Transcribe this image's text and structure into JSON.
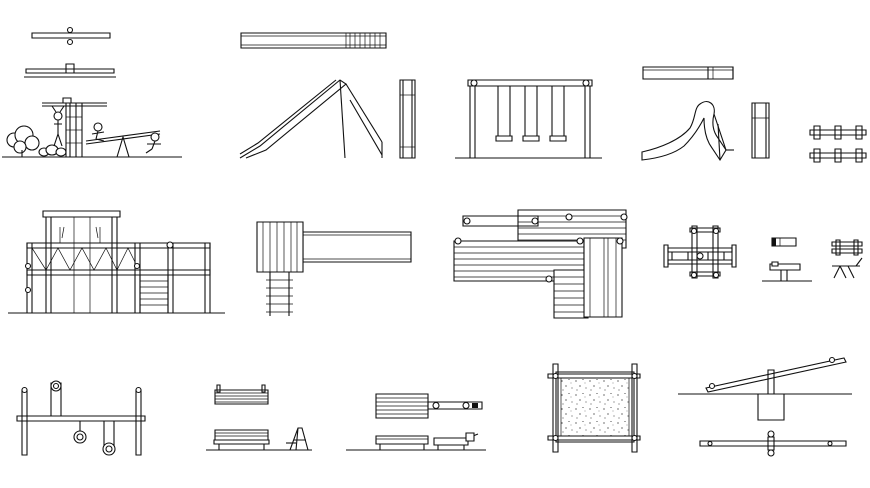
{
  "drawing": {
    "background": "#ffffff",
    "line_color": "#111111",
    "blocks": [
      {
        "id": "seesaw-set-a",
        "views": [
          "top",
          "side",
          "elevation"
        ]
      },
      {
        "id": "long-slide",
        "views": [
          "top",
          "side",
          "front"
        ]
      },
      {
        "id": "swing-set",
        "views": [
          "front"
        ]
      },
      {
        "id": "spiral-slide",
        "views": [
          "top",
          "side",
          "front"
        ]
      },
      {
        "id": "double-seesaw",
        "views": [
          "plan"
        ]
      },
      {
        "id": "climbing-frame",
        "views": [
          "elevation"
        ]
      },
      {
        "id": "tower-slide",
        "views": [
          "plan"
        ]
      },
      {
        "id": "play-deck",
        "views": [
          "plan"
        ]
      },
      {
        "id": "small-items",
        "views": [
          "plan",
          "side"
        ]
      },
      {
        "id": "play-ring-bar",
        "views": [
          "front"
        ]
      },
      {
        "id": "park-bench",
        "views": [
          "top",
          "front",
          "side"
        ]
      },
      {
        "id": "bench-table",
        "views": [
          "top",
          "side"
        ]
      },
      {
        "id": "sandbox",
        "views": [
          "plan"
        ]
      },
      {
        "id": "lever-seesaw",
        "views": [
          "side",
          "plan"
        ]
      }
    ]
  }
}
